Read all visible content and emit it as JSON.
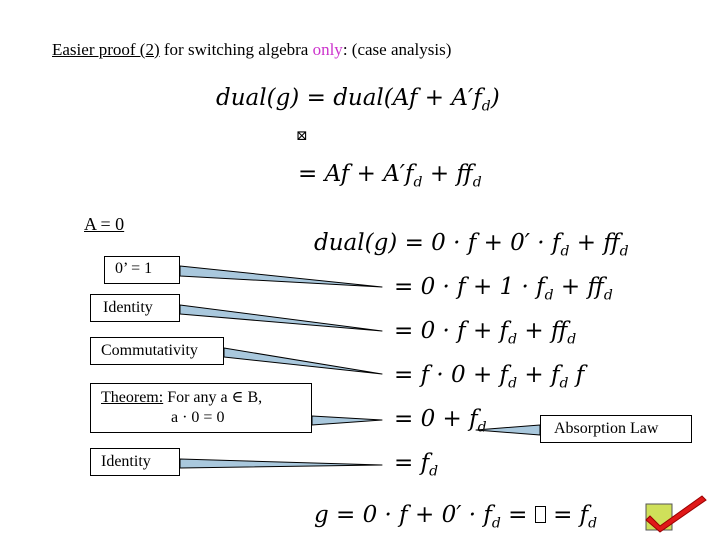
{
  "title": {
    "underlined": "Easier proof (2)",
    "mid": " for switching algebra ",
    "highlight": "only",
    "tail": ": (case analysis)",
    "highlight_color": "#cc33cc"
  },
  "equations": {
    "eq1": "dual(g) = dual(Af + A′f_d)",
    "eq1_a": "dual",
    "eq1_b": "(g) = ",
    "eq1_c": "dual",
    "eq1_d": "(Af + A′f",
    "eq1_e": "d",
    "eq1_f": ")",
    "equiv_mark": "⊠",
    "eq2_a": "= Af + A′f",
    "eq2_b": "d",
    "eq2_c": " + ff",
    "eq2_d": "d"
  },
  "case_label": "A = 0",
  "steps": {
    "s0_a": "dual",
    "s0_b": "(g) = 0 · f + 0′ · f",
    "s0_c": "d",
    "s0_d": " + ff",
    "s0_e": "d",
    "s1_a": "= 0 · f + 1 · f",
    "s1_b": "d",
    "s1_c": " + ff",
    "s1_d": "d",
    "s2_a": "= 0 · f + f",
    "s2_b": "d",
    "s2_c": " + ff",
    "s2_d": "d",
    "s3_a": "= f · 0 + f",
    "s3_b": "d",
    "s3_c": " + f",
    "s3_d": "d",
    "s3_e": " f",
    "s4_a": "= 0 + f",
    "s4_b": "d",
    "s5_a": "= f",
    "s5_b": "d",
    "bottom_a": "g = 0 · f + 0′ · f",
    "bottom_b": "d",
    "bottom_c": " = ",
    "bottom_d": "  = f",
    "bottom_e": "d"
  },
  "callouts": {
    "c1": "0’ = 1",
    "c2": "Identity",
    "c3": "Commutativity",
    "c4_line1_u": "Theorem:",
    "c4_line1_rest": " For any a ∈ B,",
    "c4_line2": "a · 0 = 0",
    "c5": "Identity",
    "c6": "Absorption Law"
  },
  "icons": {
    "checkmark": "check-icon"
  }
}
